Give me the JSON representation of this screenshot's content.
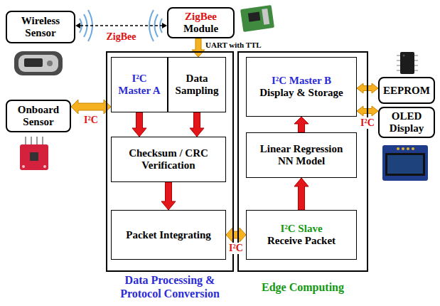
{
  "diagram": {
    "nodes": [
      {
        "text": [
          "Wireless Sensor"
        ]
      },
      {
        "text": [
          "ZigBee",
          "Module"
        ]
      },
      {
        "text": [
          "Onboard Sensor"
        ]
      },
      {
        "text": [
          "Data Processing & Protocol Conversion"
        ]
      },
      {
        "text": [
          "I²C Master A"
        ],
        "in": 3
      },
      {
        "text": [
          "Data Sampling"
        ],
        "in": 3
      },
      {
        "text": [
          "Checksum / CRC Verification"
        ],
        "in": 3
      },
      {
        "text": [
          "Packet Integrating"
        ],
        "in": 3
      },
      {
        "text": [
          "Edge Computing"
        ]
      },
      {
        "text": [
          "I²C Master B",
          "Display & Storage"
        ],
        "in": 8
      },
      {
        "text": [
          "Linear Regression NN Model"
        ],
        "in": 8
      },
      {
        "text": [
          "I²C Slave",
          "Receive Packet"
        ],
        "in": 8
      },
      {
        "text": [
          "EEPROM"
        ]
      },
      {
        "text": [
          "OLED Display"
        ]
      }
    ],
    "edges": [
      {
        "from": 0,
        "to": 1,
        "arrow": "both",
        "label": "ZigBee"
      },
      {
        "from": 1,
        "to": 5,
        "arrow": "to",
        "label": "UART with TTL"
      },
      {
        "from": 2,
        "to": 4,
        "arrow": "both",
        "label": "I²C"
      },
      {
        "from": 4,
        "to": 6,
        "arrow": "to"
      },
      {
        "from": 5,
        "to": 6,
        "arrow": "to"
      },
      {
        "from": 6,
        "to": 7,
        "arrow": "to"
      },
      {
        "from": 7,
        "to": 11,
        "arrow": "both",
        "label": "I²C"
      },
      {
        "from": 11,
        "to": 10,
        "arrow": "to"
      },
      {
        "from": 10,
        "to": 9,
        "arrow": "to"
      },
      {
        "from": 9,
        "to": 12,
        "arrow": "both"
      },
      {
        "from": 9,
        "to": 13,
        "arrow": "both",
        "label": "I²C"
      }
    ]
  }
}
